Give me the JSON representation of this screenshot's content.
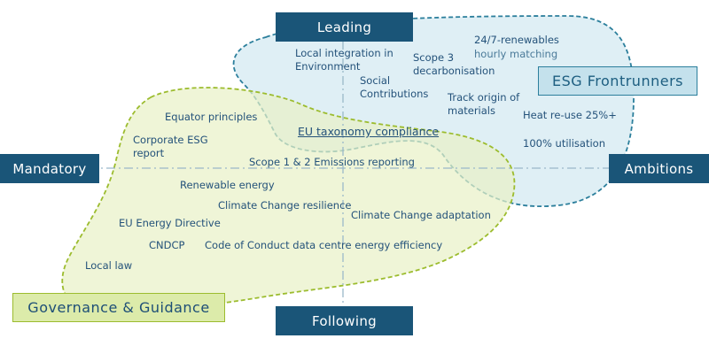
{
  "axes": {
    "top": "Leading",
    "bottom": "Following",
    "left": "Mandatory",
    "right": "Ambitions"
  },
  "groups": {
    "esg": {
      "label": "ESG Frontrunners",
      "fill": "#d4e9f2",
      "stroke": "#2c7f9c"
    },
    "governance": {
      "label": "Governance & Guidance",
      "fill": "#e8f1c6",
      "stroke": "#9cbc2e"
    }
  },
  "items": {
    "local_integration": [
      "Local integration in",
      "Environment"
    ],
    "scope3": [
      "Scope 3",
      "decarbonisation"
    ],
    "renewables_247": "24/7-renewables",
    "hourly_matching": "hourly matching",
    "social": [
      "Social",
      "Contributions"
    ],
    "track_origin": [
      "Track origin of",
      "materials"
    ],
    "heat_reuse": "Heat re-use 25%+",
    "equator": "Equator principles",
    "eu_taxonomy": "EU taxonomy compliance",
    "corporate_esg": [
      "Corporate ESG",
      "report"
    ],
    "utilisation": "100% utilisation",
    "scope12": "Scope 1 & 2 Emissions reporting",
    "renewable_energy": "Renewable energy",
    "climate_resilience": "Climate Change resilience",
    "climate_adaptation": "Climate Change adaptation",
    "eu_energy_directive": "EU Energy Directive",
    "cndcp": "CNDCP",
    "code_of_conduct": "Code of Conduct data centre energy efficiency",
    "local_law": "Local law"
  },
  "colors": {
    "axis_box": "#1a5578",
    "axis_line": "#9ab8c9",
    "text": "#24527a"
  }
}
